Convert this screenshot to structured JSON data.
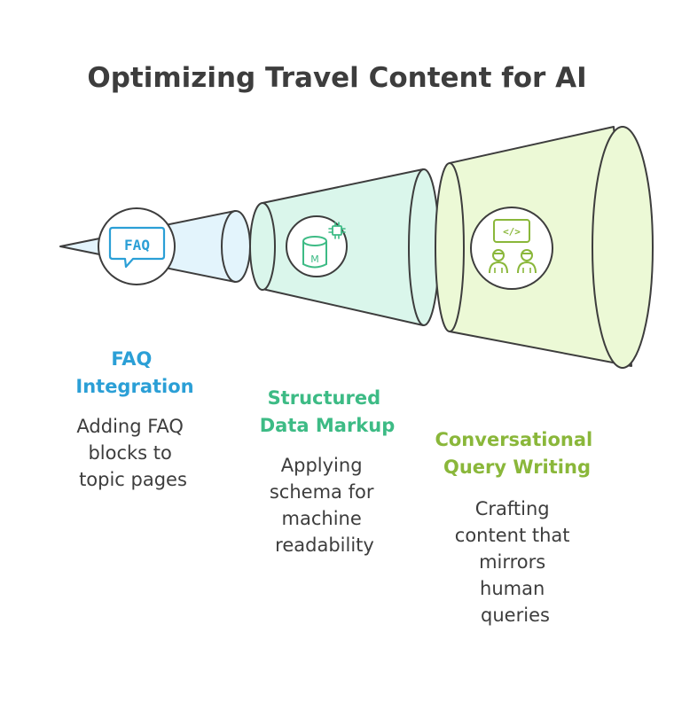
{
  "title": "Optimizing Travel Content for AI",
  "colors": {
    "outline": "#3d3d3d",
    "faq": "#2b9fd6",
    "structured": "#3dbb85",
    "conversational": "#8ab73a",
    "faq_fill": "#e3f4fc",
    "structured_fill": "#daf6eb",
    "conversational_fill": "#ecf9d6"
  },
  "stages": [
    {
      "icon": "faq-speech-bubble-icon",
      "title_lines": [
        "FAQ",
        "Integration"
      ],
      "desc_lines": [
        "Adding FAQ",
        "blocks to",
        "topic pages"
      ],
      "icon_text": "FAQ"
    },
    {
      "icon": "database-chip-icon",
      "title_lines": [
        "Structured",
        "Data Markup"
      ],
      "desc_lines": [
        "Applying",
        "schema for",
        "machine",
        "readability"
      ],
      "icon_text": "M"
    },
    {
      "icon": "code-people-icon",
      "title_lines": [
        "Conversational",
        "Query Writing"
      ],
      "desc_lines": [
        "Crafting",
        "content that",
        "mirrors",
        "human",
        "queries"
      ],
      "icon_text": "</>"
    }
  ]
}
